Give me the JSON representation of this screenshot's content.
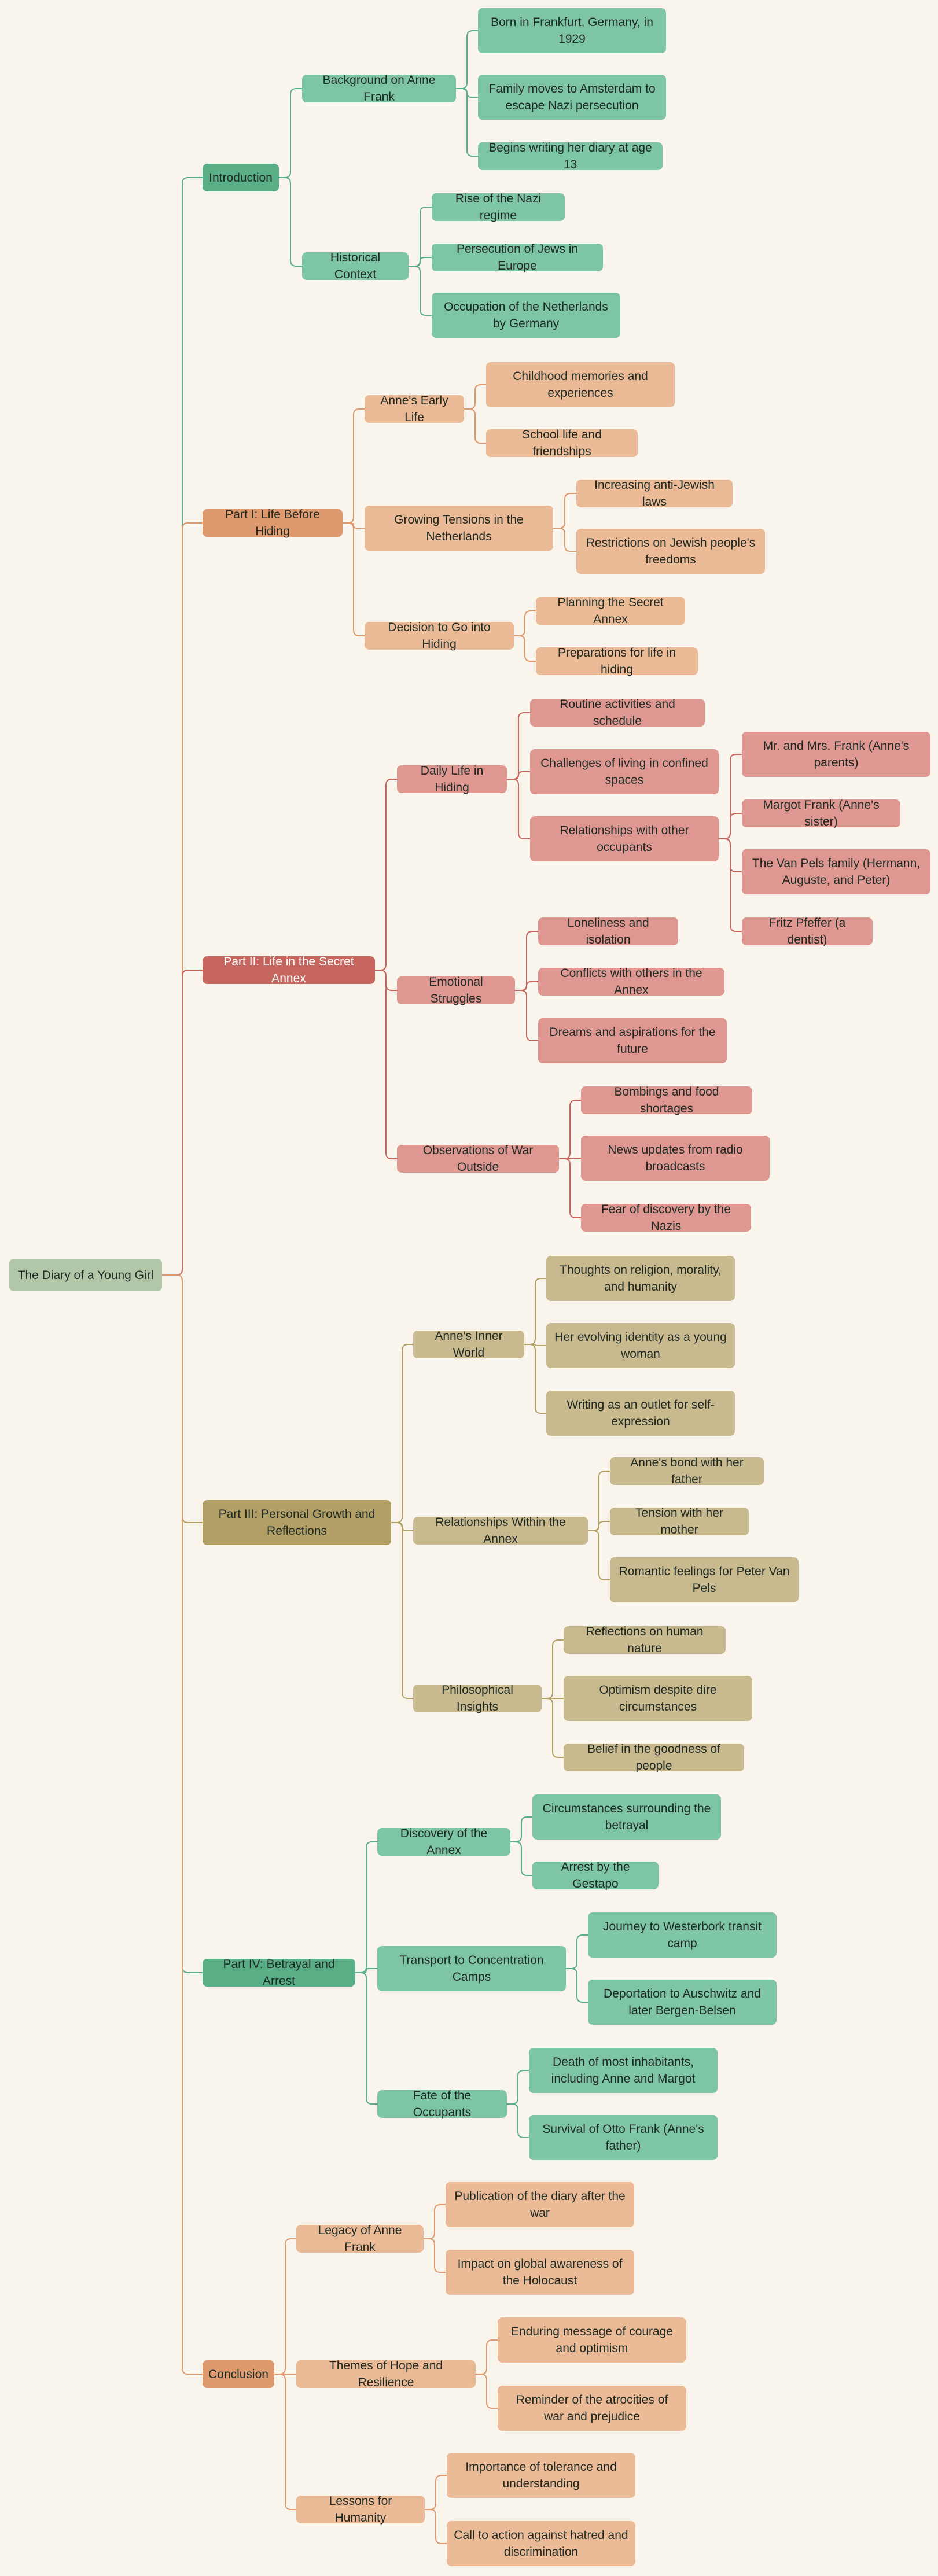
{
  "mindmap": {
    "root": "The Diary of a Young Girl",
    "colors": {
      "intro": "#5aae85",
      "p1": "#de9a6e",
      "p2": "#c7665f",
      "p3": "#b29f66",
      "p4": "#5aae85",
      "concl": "#de9a6e"
    },
    "branches": [
      {
        "label": "Introduction",
        "children": [
          {
            "label": "Background on Anne Frank",
            "children": [
              {
                "label": "Born in Frankfurt, Germany, in 1929"
              },
              {
                "label": "Family moves to Amsterdam to escape Nazi persecution"
              },
              {
                "label": "Begins writing her diary at age 13"
              }
            ]
          },
          {
            "label": "Historical Context",
            "children": [
              {
                "label": "Rise of the Nazi regime"
              },
              {
                "label": "Persecution of Jews in Europe"
              },
              {
                "label": "Occupation of the Netherlands by Germany"
              }
            ]
          }
        ]
      },
      {
        "label": "Part I: Life Before Hiding",
        "children": [
          {
            "label": "Anne's Early Life",
            "children": [
              {
                "label": "Childhood memories and experiences"
              },
              {
                "label": "School life and friendships"
              }
            ]
          },
          {
            "label": "Growing Tensions in the Netherlands",
            "children": [
              {
                "label": "Increasing anti-Jewish laws"
              },
              {
                "label": "Restrictions on Jewish people's freedoms"
              }
            ]
          },
          {
            "label": "Decision to Go into Hiding",
            "children": [
              {
                "label": "Planning the Secret Annex"
              },
              {
                "label": "Preparations for life in hiding"
              }
            ]
          }
        ]
      },
      {
        "label": "Part II: Life in the Secret Annex",
        "children": [
          {
            "label": "Daily Life in Hiding",
            "children": [
              {
                "label": "Routine activities and schedule"
              },
              {
                "label": "Challenges of living in confined spaces"
              },
              {
                "label": "Relationships with other occupants",
                "children": [
                  {
                    "label": "Mr. and Mrs. Frank (Anne's parents)"
                  },
                  {
                    "label": "Margot Frank (Anne's sister)"
                  },
                  {
                    "label": "The Van Pels family (Hermann, Auguste, and Peter)"
                  },
                  {
                    "label": "Fritz Pfeffer (a dentist)"
                  }
                ]
              }
            ]
          },
          {
            "label": "Emotional Struggles",
            "children": [
              {
                "label": "Loneliness and isolation"
              },
              {
                "label": "Conflicts with others in the Annex"
              },
              {
                "label": "Dreams and aspirations for the future"
              }
            ]
          },
          {
            "label": "Observations of War Outside",
            "children": [
              {
                "label": "Bombings and food shortages"
              },
              {
                "label": "News updates from radio broadcasts"
              },
              {
                "label": "Fear of discovery by the Nazis"
              }
            ]
          }
        ]
      },
      {
        "label": "Part III: Personal Growth and Reflections",
        "children": [
          {
            "label": "Anne's Inner World",
            "children": [
              {
                "label": "Thoughts on religion, morality, and humanity"
              },
              {
                "label": "Her evolving identity as a young woman"
              },
              {
                "label": "Writing as an outlet for self-expression"
              }
            ]
          },
          {
            "label": "Relationships Within the Annex",
            "children": [
              {
                "label": "Anne's bond with her father"
              },
              {
                "label": "Tension with her mother"
              },
              {
                "label": "Romantic feelings for Peter Van Pels"
              }
            ]
          },
          {
            "label": "Philosophical Insights",
            "children": [
              {
                "label": "Reflections on human nature"
              },
              {
                "label": "Optimism despite dire circumstances"
              },
              {
                "label": "Belief in the goodness of people"
              }
            ]
          }
        ]
      },
      {
        "label": "Part IV: Betrayal and Arrest",
        "children": [
          {
            "label": "Discovery of the Annex",
            "children": [
              {
                "label": "Circumstances surrounding the betrayal"
              },
              {
                "label": "Arrest by the Gestapo"
              }
            ]
          },
          {
            "label": "Transport to Concentration Camps",
            "children": [
              {
                "label": "Journey to Westerbork transit camp"
              },
              {
                "label": "Deportation to Auschwitz and later Bergen-Belsen"
              }
            ]
          },
          {
            "label": "Fate of the Occupants",
            "children": [
              {
                "label": "Death of most inhabitants, including Anne and Margot"
              },
              {
                "label": "Survival of Otto Frank (Anne's father)"
              }
            ]
          }
        ]
      },
      {
        "label": "Conclusion",
        "children": [
          {
            "label": "Legacy of Anne Frank",
            "children": [
              {
                "label": "Publication of the diary after the war"
              },
              {
                "label": "Impact on global awareness of the Holocaust"
              }
            ]
          },
          {
            "label": "Themes of Hope and Resilience",
            "children": [
              {
                "label": "Enduring message of courage and optimism"
              },
              {
                "label": "Reminder of the atrocities of war and prejudice"
              }
            ]
          },
          {
            "label": "Lessons for Humanity",
            "children": [
              {
                "label": "Importance of tolerance and understanding"
              },
              {
                "label": "Call to action against hatred and discrimination"
              }
            ]
          }
        ]
      }
    ]
  }
}
